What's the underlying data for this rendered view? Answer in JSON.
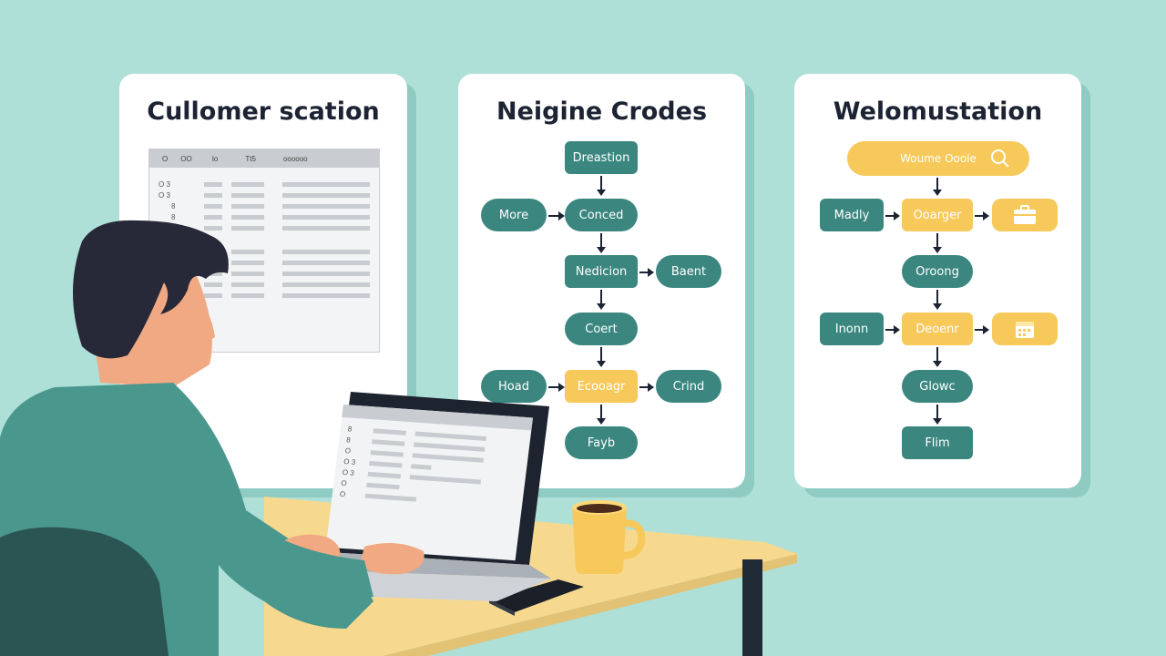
{
  "panels": {
    "left": {
      "title": "Cullomer scation",
      "table_header": [
        "O",
        "OO",
        "Io",
        "Tt5",
        "oooooo"
      ],
      "row_labels": [
        "O 3",
        "O 3",
        "8",
        "8"
      ]
    },
    "middle": {
      "title": "Neigine Crodes",
      "nodes": {
        "n1": "Dreastion",
        "n2": "More",
        "n3": "Conced",
        "n4": "Nedicion",
        "n5": "Baent",
        "n6": "Coert",
        "n7": "Hoad",
        "n8": "Ecooagr",
        "n9": "Crind",
        "n10": "Fayb"
      }
    },
    "right": {
      "title": "Welomustation",
      "search_label": "Woume Ooole",
      "nodes": {
        "r1": "Madly",
        "r2": "Ooarger",
        "r3": "Oroong",
        "r4": "Inonn",
        "r5": "Deoenr",
        "r6": "Glowc",
        "r7": "Flim"
      }
    }
  },
  "laptop": {
    "row_labels": [
      "8",
      "8",
      "O",
      "O 3",
      "O 3",
      "O",
      "O"
    ]
  },
  "colors": {
    "teal": "#3b8780",
    "yellow": "#f7c85a",
    "background": "#aee0d8",
    "text_dark": "#1c2333"
  }
}
